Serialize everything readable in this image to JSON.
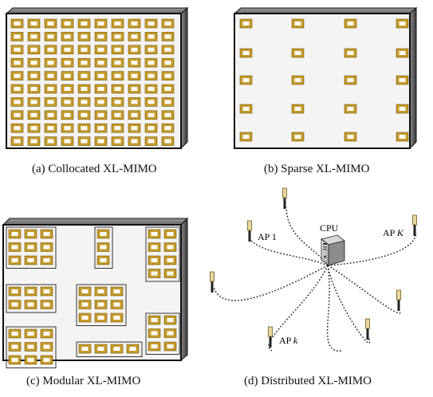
{
  "panels": {
    "a": {
      "caption": "(a)  Collocated XL-MIMO"
    },
    "b": {
      "caption": "(b)  Sparse XL-MIMO"
    },
    "c": {
      "caption": "(c)  Modular XL-MIMO"
    },
    "d": {
      "caption": "(d)  Distributed XL-MIMO"
    }
  },
  "distributed": {
    "cpu_label": "CPU",
    "ap_labels": {
      "ap1": "AP 1",
      "apK_prefix": "AP ",
      "apK_var": "K",
      "apk_prefix": "AP ",
      "apk_var": "k"
    }
  },
  "colors": {
    "panel_bg": "#f4f4f4",
    "frame": "#111111",
    "antenna_outer": "#c49a2a",
    "antenna_inner": "#ffffff",
    "cable": "#222222"
  }
}
